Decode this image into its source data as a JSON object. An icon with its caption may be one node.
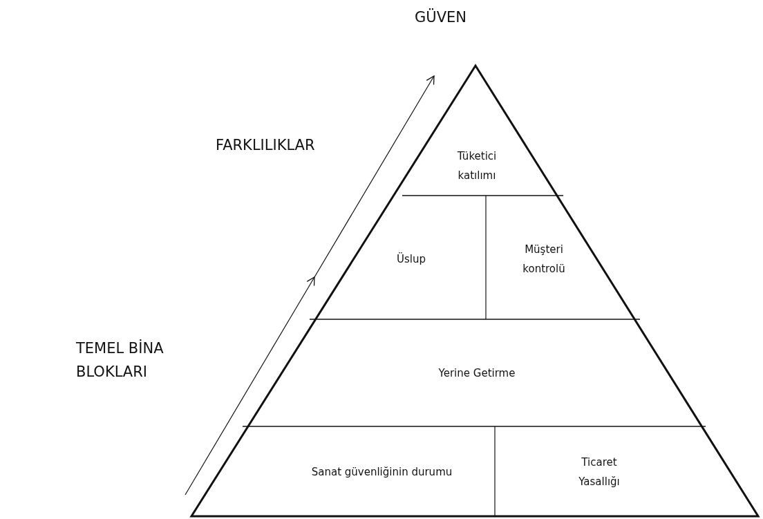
{
  "diagram": {
    "nodes": [
      {
        "text": [
          "Tüketici katılımı"
        ]
      },
      {
        "text": [
          "Üslup"
        ]
      },
      {
        "text": [
          "Müşteri kontrolü"
        ]
      },
      {
        "text": [
          "Yerine Getirme"
        ]
      },
      {
        "text": [
          "Sanat güvenliğinin durumu"
        ]
      },
      {
        "text": [
          "Ticaret Yasallığı"
        ]
      }
    ],
    "labels": [
      "GÜVEN",
      "FARKLILIKLAR",
      "TEMEL BİNA BLOKLARI"
    ]
  }
}
